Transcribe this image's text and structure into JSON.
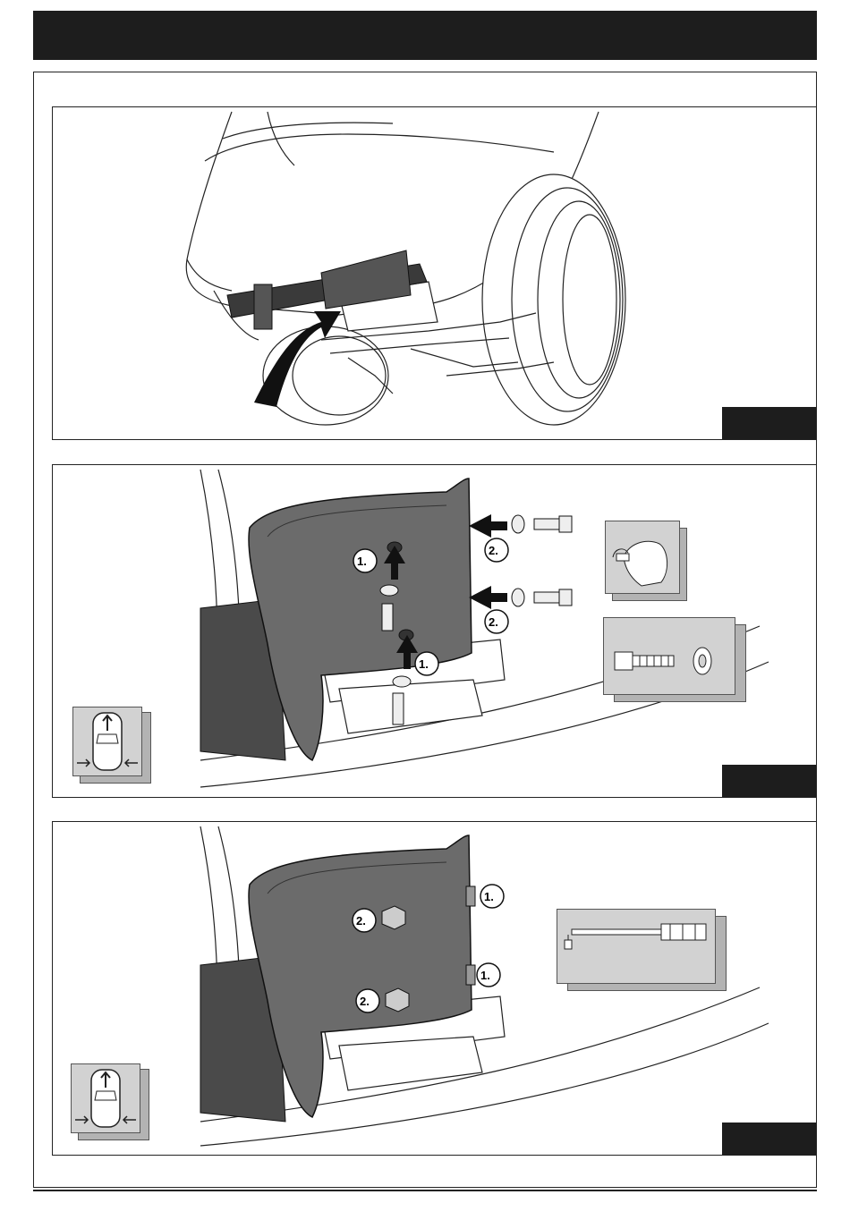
{
  "panels": [
    {
      "callouts": []
    },
    {
      "callouts": [
        {
          "label": "1."
        },
        {
          "label": "1."
        },
        {
          "label": "2."
        },
        {
          "label": "2."
        }
      ]
    },
    {
      "callouts": [
        {
          "label": "2."
        },
        {
          "label": "2."
        },
        {
          "label": "1."
        },
        {
          "label": "1."
        }
      ]
    }
  ],
  "colors": {
    "header": "#1d1d1d",
    "mudflap": "#6b6b6b",
    "inset_bg": "#d2d2d2"
  }
}
